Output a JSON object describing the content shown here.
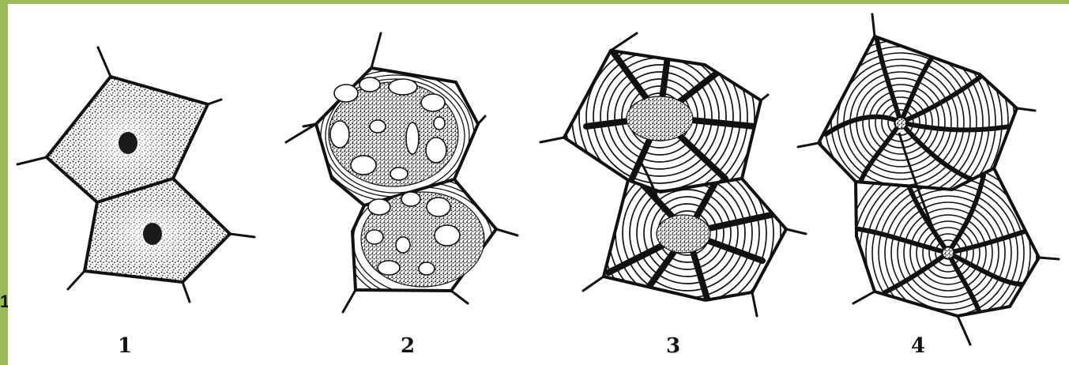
{
  "figure": {
    "edge_glyph": "1",
    "stages": [
      {
        "number": "1"
      },
      {
        "number": "2"
      },
      {
        "number": "3"
      },
      {
        "number": "4"
      }
    ]
  },
  "colors": {
    "frame": "#9bbb59",
    "ink": "#111111",
    "stipple": "#2a2a2a",
    "paper": "#ffffff"
  }
}
